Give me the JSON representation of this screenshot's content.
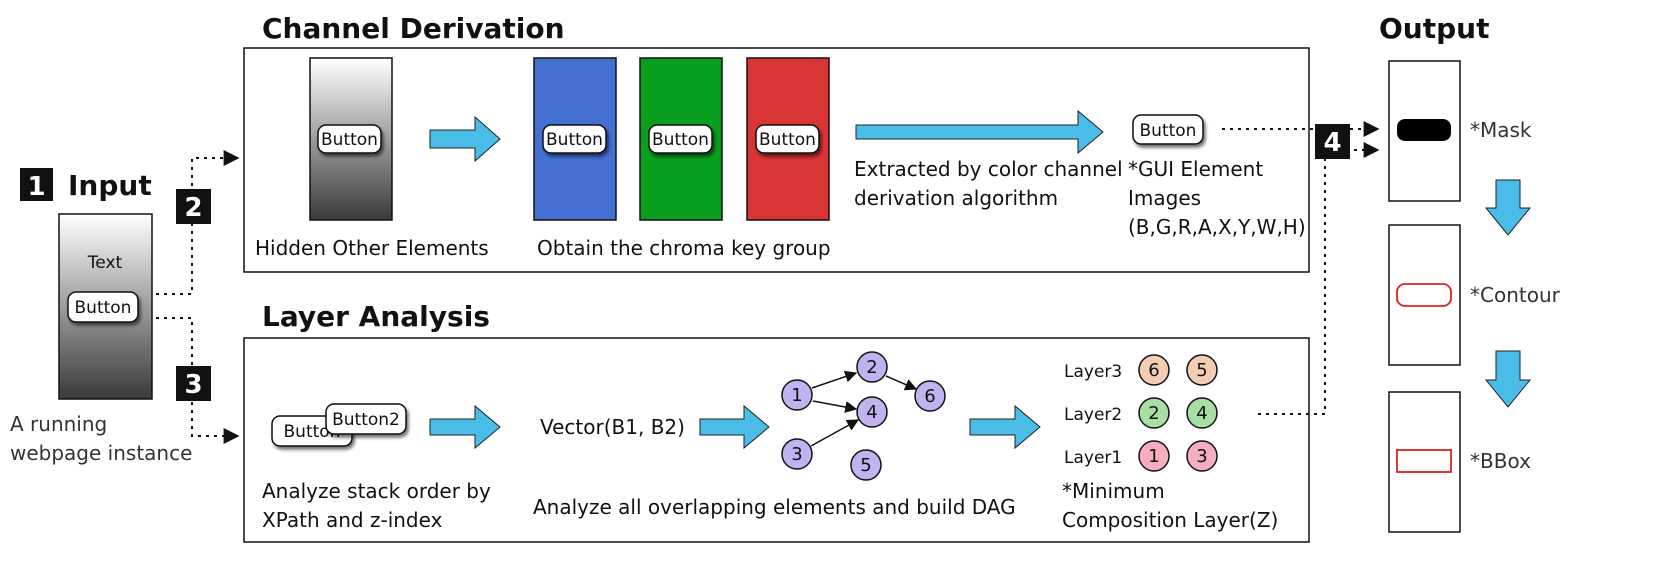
{
  "steps": {
    "one": "1",
    "two": "2",
    "three": "3",
    "four": "4"
  },
  "input": {
    "title": "Input",
    "text": "Text",
    "button": "Button",
    "caption_line1": "A running",
    "caption_line2": "webpage instance"
  },
  "channel": {
    "title": "Channel Derivation",
    "hidden_button": "Button",
    "hidden_caption": "Hidden Other Elements",
    "chroma_buttons": [
      "Button",
      "Button",
      "Button"
    ],
    "chroma_caption": "Obtain the chroma key group",
    "extract_line1": "Extracted by color channel",
    "extract_line2": "derivation algorithm",
    "gui_button": "Button",
    "gui_line1": "*GUI Element",
    "gui_line2": "Images",
    "gui_line3": "(B,G,R,A,X,Y,W,H)",
    "chroma_colors": [
      "#4470d4",
      "#0a9e1e",
      "#d93535"
    ]
  },
  "layer": {
    "title": "Layer Analysis",
    "button1": "Button",
    "button2": "Button2",
    "stack_line1": "Analyze stack order by",
    "stack_line2": "XPath and z-index",
    "vector": "Vector(B1, B2)",
    "dag_caption": "Analyze all overlapping elements and build DAG",
    "nodes": [
      "1",
      "2",
      "3",
      "4",
      "5",
      "6"
    ],
    "layer_labels": [
      "Layer3",
      "Layer2",
      "Layer1"
    ],
    "layer3_nodes": [
      "6",
      "5"
    ],
    "layer2_nodes": [
      "2",
      "4"
    ],
    "layer1_nodes": [
      "1",
      "3"
    ],
    "min_line1": "*Minimum",
    "min_line2": "Composition Layer(Z)"
  },
  "output": {
    "title": "Output",
    "mask": "*Mask",
    "contour": "*Contour",
    "bbox": "*BBox"
  }
}
